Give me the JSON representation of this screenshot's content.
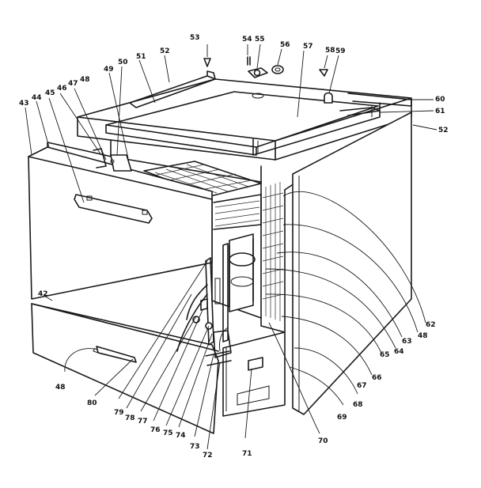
{
  "callouts": [
    {
      "id": "c43",
      "text": "43"
    },
    {
      "id": "c44",
      "text": "44"
    },
    {
      "id": "c45",
      "text": "45"
    },
    {
      "id": "c46",
      "text": "46"
    },
    {
      "id": "c47",
      "text": "47"
    },
    {
      "id": "c48a",
      "text": "48"
    },
    {
      "id": "c49",
      "text": "49"
    },
    {
      "id": "c50",
      "text": "50"
    },
    {
      "id": "c51",
      "text": "51"
    },
    {
      "id": "c52a",
      "text": "52"
    },
    {
      "id": "c53",
      "text": "53"
    },
    {
      "id": "c54",
      "text": "54"
    },
    {
      "id": "c55",
      "text": "55"
    },
    {
      "id": "c56",
      "text": "56"
    },
    {
      "id": "c57",
      "text": "57"
    },
    {
      "id": "c58",
      "text": "58"
    },
    {
      "id": "c59",
      "text": "59"
    },
    {
      "id": "c60",
      "text": "60"
    },
    {
      "id": "c61",
      "text": "61"
    },
    {
      "id": "c52b",
      "text": "52"
    },
    {
      "id": "c42",
      "text": "42"
    },
    {
      "id": "c62",
      "text": "62"
    },
    {
      "id": "c48b",
      "text": "48"
    },
    {
      "id": "c63",
      "text": "63"
    },
    {
      "id": "c64",
      "text": "64"
    },
    {
      "id": "c65",
      "text": "65"
    },
    {
      "id": "c66",
      "text": "66"
    },
    {
      "id": "c67",
      "text": "67"
    },
    {
      "id": "c68",
      "text": "68"
    },
    {
      "id": "c69",
      "text": "69"
    },
    {
      "id": "c70",
      "text": "70"
    },
    {
      "id": "c71",
      "text": "71"
    },
    {
      "id": "c72",
      "text": "72"
    },
    {
      "id": "c73",
      "text": "73"
    },
    {
      "id": "c74",
      "text": "74"
    },
    {
      "id": "c75",
      "text": "75"
    },
    {
      "id": "c76",
      "text": "76"
    },
    {
      "id": "c77",
      "text": "77"
    },
    {
      "id": "c78",
      "text": "78"
    },
    {
      "id": "c79",
      "text": "79"
    },
    {
      "id": "c48c",
      "text": "48"
    },
    {
      "id": "c80",
      "text": "80"
    }
  ]
}
